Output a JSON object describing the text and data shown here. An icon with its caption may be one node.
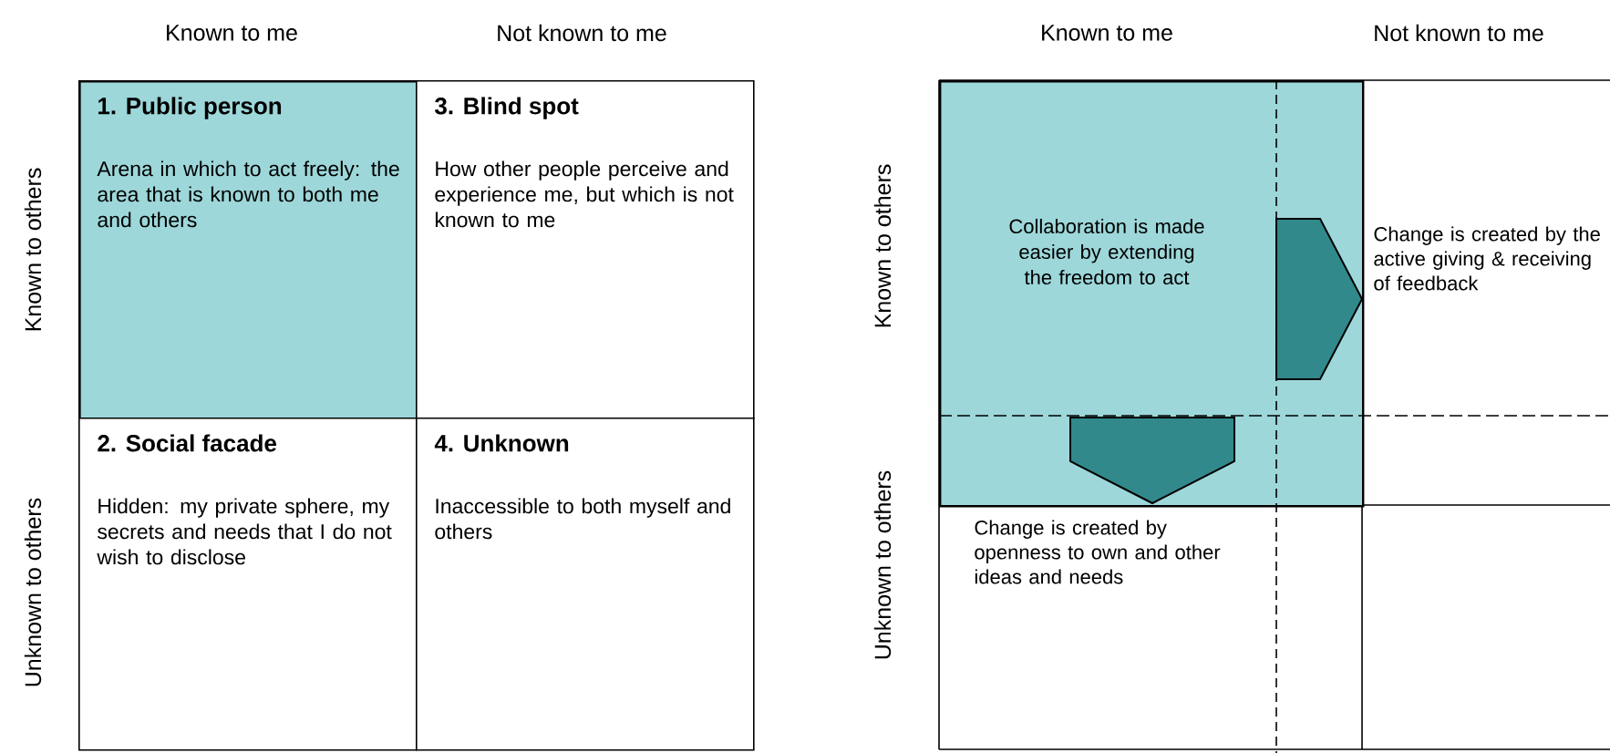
{
  "diagram": {
    "nodes": [
      {
        "text": [
          "1. Public person",
          "Arena in which to act freely: the area that is known to both me and others"
        ]
      },
      {
        "text": [
          "3. Blind spot",
          "How other people perceive and experience me, but which is not known to me"
        ]
      },
      {
        "text": [
          "2. Social facade",
          "Hidden: my private sphere, my secrets and needs that I do not wish to disclose"
        ]
      },
      {
        "text": [
          "4. Unknown",
          "Inaccessible to both myself and others"
        ]
      },
      {
        "text": [
          "Collaboration is made easier by extending the freedom to act"
        ]
      }
    ],
    "labels": [
      "Known to me",
      "Not known to me",
      "Known to me",
      "Not known to me",
      "Known to others",
      "Known to others",
      "Change is created by the active giving & receiving of feedback",
      "Unknown to others",
      "Unknown to others",
      "Change is created by openness to own and other ideas and needs"
    ]
  }
}
